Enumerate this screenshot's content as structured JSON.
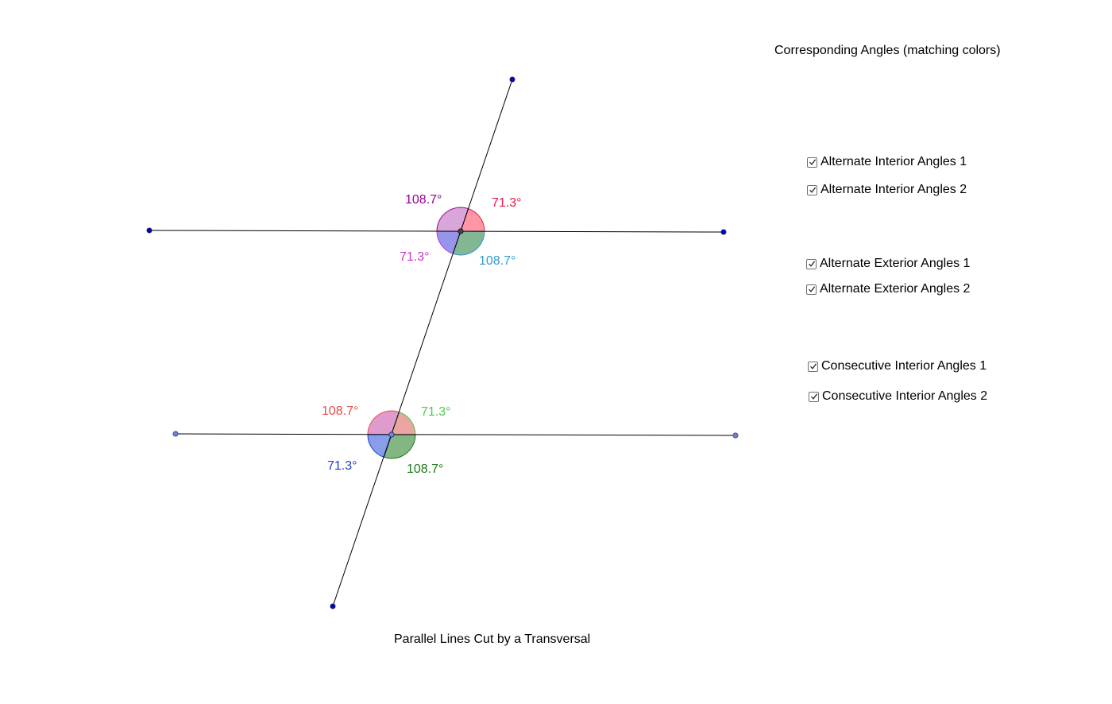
{
  "titles": {
    "corresponding": "Corresponding Angles (matching colors)",
    "main": "Parallel Lines Cut by a Transversal"
  },
  "checkboxes": [
    {
      "label": "Alternate Interior Angles 1",
      "checked": true
    },
    {
      "label": "Alternate Interior Angles 2",
      "checked": true
    },
    {
      "label": "Alternate Exterior Angles 1",
      "checked": true
    },
    {
      "label": "Alternate Exterior Angles 2",
      "checked": true
    },
    {
      "label": "Consecutive Interior Angles 1",
      "checked": true
    },
    {
      "label": "Consecutive Interior Angles 2",
      "checked": true
    }
  ],
  "angles": {
    "top": {
      "upper_left": {
        "value": "108.7°",
        "color": "#990099"
      },
      "upper_right": {
        "value": "71.3°",
        "color": "#e6194b"
      },
      "lower_left": {
        "value": "71.3°",
        "color": "#cc33cc"
      },
      "lower_right": {
        "value": "108.7°",
        "color": "#3399cc"
      }
    },
    "bottom": {
      "upper_left": {
        "value": "108.7°",
        "color": "#e64c4c"
      },
      "upper_right": {
        "value": "71.3°",
        "color": "#4cc94c"
      },
      "lower_left": {
        "value": "71.3°",
        "color": "#1a3fcc"
      },
      "lower_right": {
        "value": "108.7°",
        "color": "#1a7a1a"
      }
    }
  },
  "colors": {
    "point_dark": "#0000cc",
    "point_light": "#6a7fe6",
    "line": "#000000"
  }
}
